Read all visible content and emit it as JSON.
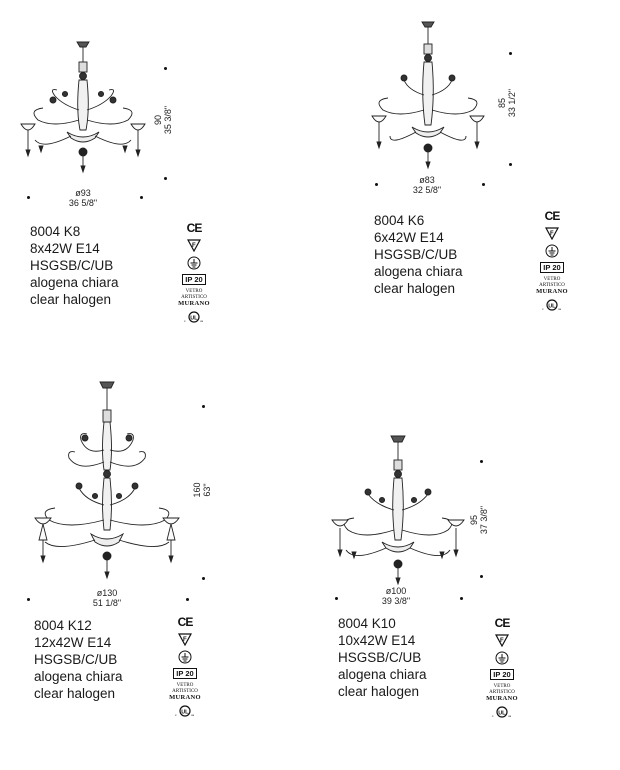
{
  "products": [
    {
      "code": "8004 K8",
      "power": "8x42W E14",
      "finish": "HSGSB/C/UB",
      "lamp_it": "alogena chiara",
      "lamp_en": "clear halogen",
      "height_cm": "90",
      "height_in": "35 3/8\"",
      "diameter_cm": "ø93",
      "diameter_in": "36 5/8\""
    },
    {
      "code": "8004 K6",
      "power": "6x42W E14",
      "finish": "HSGSB/C/UB",
      "lamp_it": "alogena chiara",
      "lamp_en": "clear halogen",
      "height_cm": "85",
      "height_in": "33 1/2\"",
      "diameter_cm": "ø83",
      "diameter_in": "32 5/8\""
    },
    {
      "code": "8004 K12",
      "power": "12x42W E14",
      "finish": "HSGSB/C/UB",
      "lamp_it": "alogena chiara",
      "lamp_en": "clear halogen",
      "height_cm": "160",
      "height_in": "63\"",
      "diameter_cm": "ø130",
      "diameter_in": "51 1/8\""
    },
    {
      "code": "8004 K10",
      "power": "10x42W E14",
      "finish": "HSGSB/C/UB",
      "lamp_it": "alogena chiara",
      "lamp_en": "clear halogen",
      "height_cm": "95",
      "height_in": "37 3/8\"",
      "diameter_cm": "ø100",
      "diameter_in": "39 3/8\""
    }
  ],
  "certs": {
    "ce": "CE",
    "ip": "IP 20",
    "vm_top": "VETRO ARTISTICO",
    "vm_bottom": "MURANO"
  },
  "colors": {
    "ink": "#1a1a1a",
    "background": "#ffffff"
  }
}
